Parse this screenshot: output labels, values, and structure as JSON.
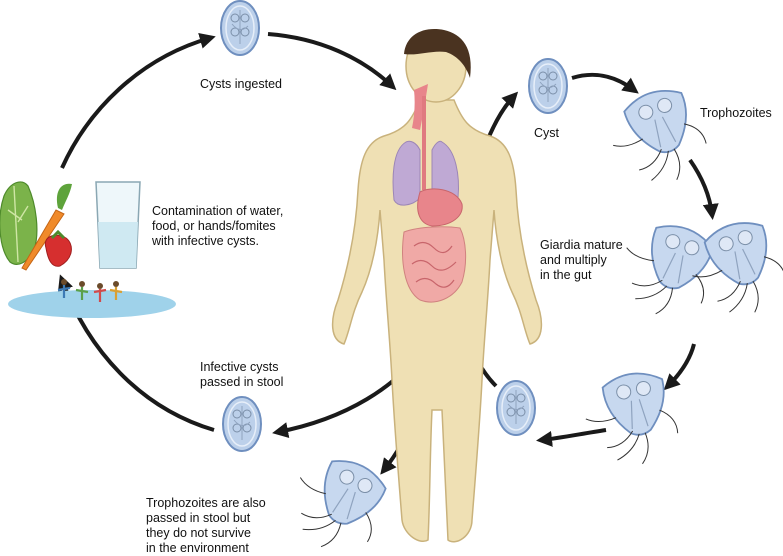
{
  "labels": {
    "cysts_ingested": "Cysts ingested",
    "cyst": "Cyst",
    "trophozoites": "Trophozoites",
    "contamination": "Contamination of water,\nfood, or hands/fomites\nwith infective cysts.",
    "giardia_mature": "Giardia mature\nand multiply\nin the gut",
    "infective_cysts": "Infective cysts\npassed in stool",
    "troph_passed": "Trophozoites are also\npassed in stool but\nthey do not survive\nin the environment"
  },
  "colors": {
    "skin": "#efe0b4",
    "skin_outline": "#c9b27c",
    "hair": "#4a3320",
    "lungs": "#bfa9d4",
    "gut": "#f0a9a6",
    "stomach": "#e8858b",
    "cyst_fill": "#bcd0ea",
    "cyst_outline": "#6f8fbf",
    "puddle": "#9fd2ea",
    "water": "#cfe9f2",
    "arrow": "#1a1a1a"
  },
  "icons": [
    "person-figure",
    "lettuce-icon",
    "carrot-icon",
    "strawberry-icon",
    "water-glass-icon",
    "people-icon",
    "cyst-icon",
    "trophozoite-icon"
  ]
}
